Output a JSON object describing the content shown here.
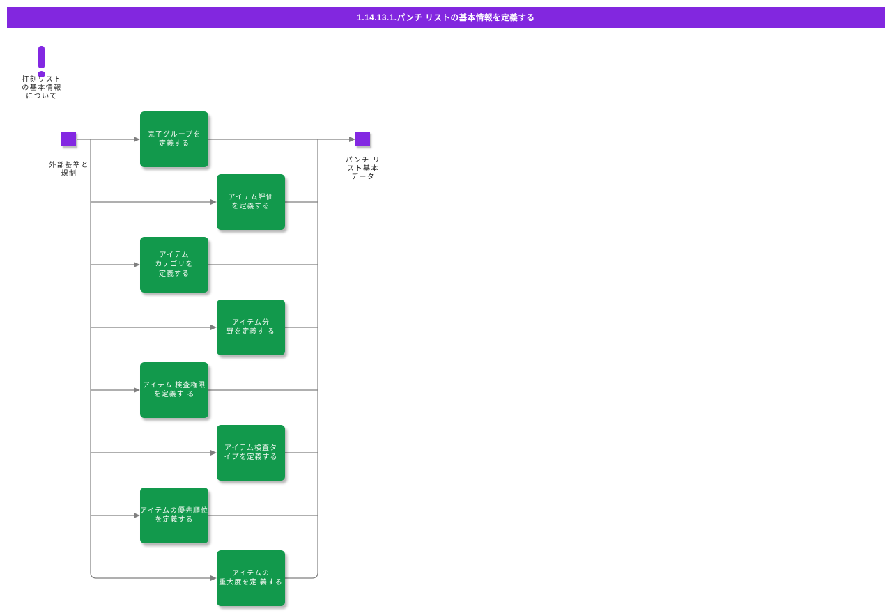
{
  "header": {
    "title": "1.14.13.1.パンチ リストの基本情報を定義する"
  },
  "note": {
    "icon": "exclamation-icon",
    "label": "打刻リスト\nの基本情報\nについて"
  },
  "start_node": {
    "label": "外部基準と\n規制"
  },
  "end_node": {
    "label": "パンチ リ\nスト基本\nデータ"
  },
  "tasks": [
    {
      "label": "完了グループを\n定義する"
    },
    {
      "label": "アイテム評価\nを定義する"
    },
    {
      "label": "アイテム\nカテゴリを\n定義する"
    },
    {
      "label": "アイテム分\n野を定義す る"
    },
    {
      "label": "アイテム 検査権限\nを定義す る"
    },
    {
      "label": "アイテム検査タ\nイプを定義する"
    },
    {
      "label": "アイテムの優先順位\nを定義する"
    },
    {
      "label": "アイテムの\n重大度を定 義する"
    }
  ],
  "colors": {
    "headerbg": "#8227df",
    "purple": "#8328e2",
    "green": "#12994c",
    "line": "#7f7f7f",
    "text": "#1f1f1f",
    "boxtext": "#f2f8f2"
  }
}
